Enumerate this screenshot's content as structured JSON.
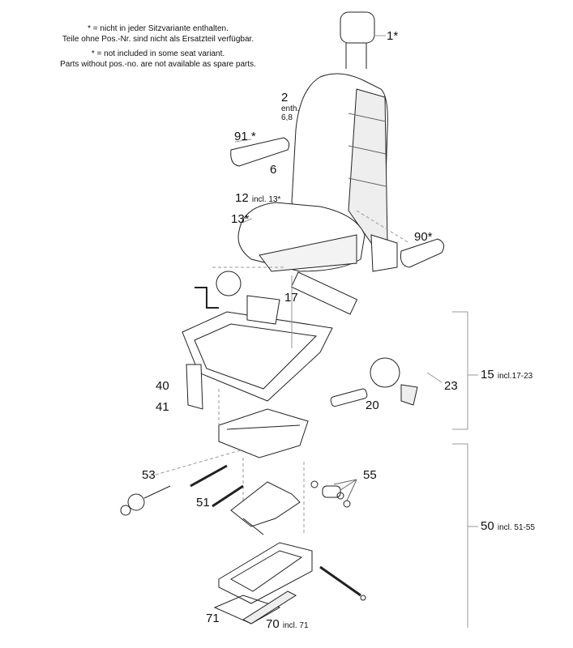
{
  "notes": {
    "de_line1": "* = nicht in jeder Sitzvariante enthalten.",
    "de_line2": "Teile ohne Pos.-Nr. sind nicht als Ersatzteil verfügbar.",
    "en_line1": "* = not included in some seat variant.",
    "en_line2": "Parts without pos.-no. are not available as spare parts."
  },
  "labels": {
    "p1": "1*",
    "p2": "2",
    "p2_contains": "enth.",
    "p2_parts": "6,8",
    "p91": "91 *",
    "p6": "6",
    "p12": "12",
    "p12_incl": "incl. 13*",
    "p13": "13*",
    "p90": "90*",
    "p17": "17",
    "p40": "40",
    "p41": "41",
    "p23": "23",
    "p15": "15",
    "p15_incl": "incl.17-23",
    "p20": "20",
    "p53": "53",
    "p51": "51",
    "p55": "55",
    "p50": "50",
    "p50_incl": "incl. 51-55",
    "p71": "71",
    "p70": "70",
    "p70_incl": "incl. 71"
  }
}
